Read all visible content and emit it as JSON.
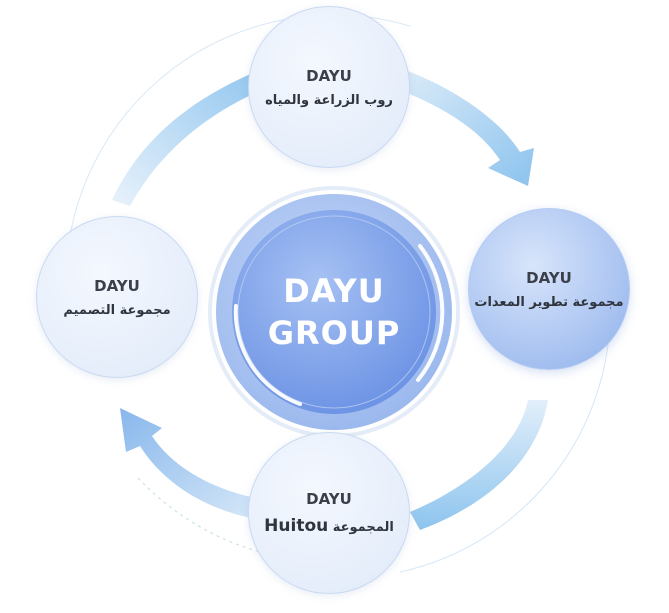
{
  "center": {
    "line1": "DAYU",
    "line2": "GROUP"
  },
  "nodes": {
    "top": {
      "title": "DAYU",
      "subtitle": "روب الزراعة والمياه"
    },
    "right": {
      "title": "DAYU",
      "subtitle": "مجموعة تطوير المعدات"
    },
    "bottom": {
      "title": "DAYU",
      "subtitle_latin": "Huitou",
      "subtitle_arabic": "المجموعة"
    },
    "left": {
      "title": "DAYU",
      "subtitle": "مجموعة التصميم"
    }
  },
  "colors": {
    "arrow_light": "#cfe4f8",
    "arrow_dark": "#8ec2ee",
    "center_dark": "#6f95e6",
    "center_light": "#a9c4f3",
    "node_light": "#e8eff9",
    "node_blue": "#9db9ee",
    "text": "#3a3f4a"
  }
}
